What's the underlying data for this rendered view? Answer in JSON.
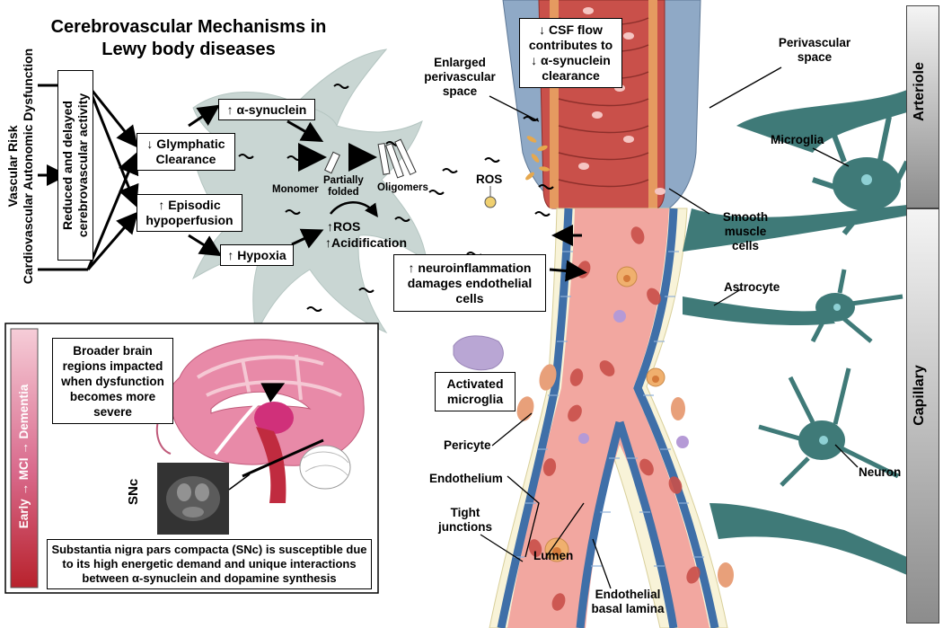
{
  "title_lines": [
    "Cerebrovascular Mechanisms in",
    "Lewy body diseases"
  ],
  "left_axis": {
    "line1": "Vascular Risk",
    "line2": "Cardiovascular Autonomic Dysfunction"
  },
  "middle_axis": {
    "line1": "Reduced and delayed",
    "line2": "cerebrovascular activity"
  },
  "boxes": {
    "glymphatic": [
      "↓ Glymphatic",
      "Clearance"
    ],
    "hypoperfusion": [
      "↑ Episodic",
      "hypoperfusion"
    ],
    "alpha_syn": "↑ α-synuclein",
    "hypoxia": "↑ Hypoxia",
    "csf": [
      "↓ CSF flow",
      "contributes to",
      "↓ α-synuclein",
      "clearance"
    ],
    "neuroinflammation": [
      "↑ neuroinflammation",
      "damages endothelial",
      "cells"
    ],
    "activated_microglia": [
      "Activated",
      "microglia"
    ],
    "broader": [
      "Broader brain",
      "regions impacted",
      "when dysfunction",
      "becomes more",
      "severe"
    ],
    "snc_note": [
      "Substantia nigra pars compacta (SNc) is susceptible due",
      "to its high energetic demand and unique interactions",
      "between α-synuclein and dopamine synthesis"
    ]
  },
  "aggregation": {
    "monomer": "Monomer",
    "partially_folded": [
      "Partially",
      "folded"
    ],
    "oligomers": "Oligomers",
    "ros": "↑ROS",
    "acidification": "↑Acidification"
  },
  "labels": {
    "enlarged_space": [
      "Enlarged",
      "perivascular",
      "space"
    ],
    "perivascular_space": [
      "Perivascular",
      "space"
    ],
    "ros": "ROS",
    "microglia": "Microglia",
    "smooth_muscle": [
      "Smooth",
      "muscle cells"
    ],
    "astrocyte": "Astrocyte",
    "pericyte": "Pericyte",
    "endothelium": "Endothelium",
    "tight_junctions": [
      "Tight",
      "junctions"
    ],
    "lumen": "Lumen",
    "basal_lamina": [
      "Endothelial",
      "basal lamina"
    ],
    "neuron": "Neuron",
    "snc": "SNc"
  },
  "progression": "Early → MCI → Dementia",
  "sidebar": {
    "top": "Arteriole",
    "bottom": "Capillary"
  },
  "colors": {
    "vessel_lumen": "#f2a7a0",
    "smooth_muscle": "#c9504a",
    "perivascular": "#8fa9c6",
    "endothelium": "#3f6fa8",
    "glia": "#3f7a78",
    "neuron_cell": "#c9d6d3",
    "brain": "#e88aa8"
  }
}
